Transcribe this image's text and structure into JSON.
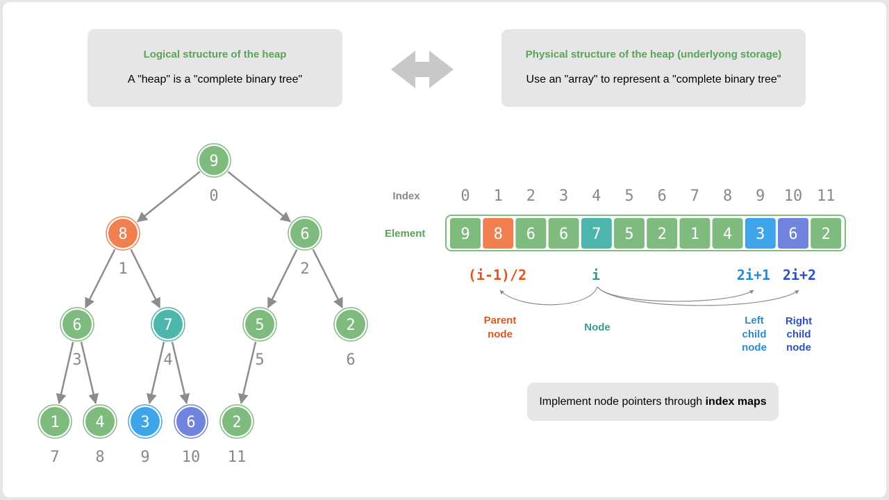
{
  "colors": {
    "green": "#7fbb7f",
    "green_stroke": "#5aa35a",
    "orange": "#f08050",
    "teal": "#4db6ac",
    "blue": "#3ea5ea",
    "purple": "#7083dd",
    "gray_text": "#888888",
    "edge": "#8c8c8c",
    "card_bg": "#e6e6e6",
    "label_green": "#5aa35a",
    "parent_red": "#e0551b",
    "node_teal": "#3b9a90",
    "left_blue": "#2a8ad0",
    "right_blue": "#2f4fc4"
  },
  "cards": {
    "logical": {
      "title": "Logical structure of the heap",
      "subtitle": "A \"heap\" is a \"complete binary tree\""
    },
    "physical": {
      "title": "Physical structure of the heap (underlyong storage)",
      "subtitle": "Use an \"array\" to represent a \"complete binary tree\""
    }
  },
  "bidirectional_arrow_icon": "double-arrow-icon",
  "tree": {
    "nodes": [
      {
        "index": "0",
        "value": "9",
        "color": "green"
      },
      {
        "index": "1",
        "value": "8",
        "color": "orange"
      },
      {
        "index": "2",
        "value": "6",
        "color": "green"
      },
      {
        "index": "3",
        "value": "6",
        "color": "green"
      },
      {
        "index": "4",
        "value": "7",
        "color": "teal"
      },
      {
        "index": "5",
        "value": "5",
        "color": "green"
      },
      {
        "index": "6",
        "value": "2",
        "color": "green"
      },
      {
        "index": "7",
        "value": "1",
        "color": "green"
      },
      {
        "index": "8",
        "value": "4",
        "color": "green"
      },
      {
        "index": "9",
        "value": "3",
        "color": "blue"
      },
      {
        "index": "10",
        "value": "6",
        "color": "purple"
      },
      {
        "index": "11",
        "value": "2",
        "color": "green"
      }
    ],
    "edges": [
      [
        0,
        1
      ],
      [
        0,
        2
      ],
      [
        1,
        3
      ],
      [
        1,
        4
      ],
      [
        2,
        5
      ],
      [
        2,
        6
      ],
      [
        3,
        7
      ],
      [
        3,
        8
      ],
      [
        4,
        9
      ],
      [
        4,
        10
      ],
      [
        5,
        11
      ]
    ]
  },
  "array": {
    "index_label": "Index",
    "element_label": "Element",
    "indices": [
      "0",
      "1",
      "2",
      "3",
      "4",
      "5",
      "6",
      "7",
      "8",
      "9",
      "10",
      "11"
    ],
    "elements": [
      {
        "value": "9",
        "color": "green"
      },
      {
        "value": "8",
        "color": "orange"
      },
      {
        "value": "6",
        "color": "green"
      },
      {
        "value": "6",
        "color": "green"
      },
      {
        "value": "7",
        "color": "teal"
      },
      {
        "value": "5",
        "color": "green"
      },
      {
        "value": "2",
        "color": "green"
      },
      {
        "value": "1",
        "color": "green"
      },
      {
        "value": "4",
        "color": "green"
      },
      {
        "value": "3",
        "color": "blue"
      },
      {
        "value": "6",
        "color": "purple"
      },
      {
        "value": "2",
        "color": "green"
      }
    ]
  },
  "formulas": {
    "parent": "(i-1)/2",
    "node": "i",
    "left": "2i+1",
    "right": "2i+2"
  },
  "captions": {
    "parent": [
      "Parent",
      "node"
    ],
    "node": "Node",
    "left": [
      "Left",
      "child",
      "node"
    ],
    "right": [
      "Right",
      "child",
      "node"
    ]
  },
  "footer": {
    "prefix": "Implement node pointers through ",
    "bold": "index maps"
  }
}
